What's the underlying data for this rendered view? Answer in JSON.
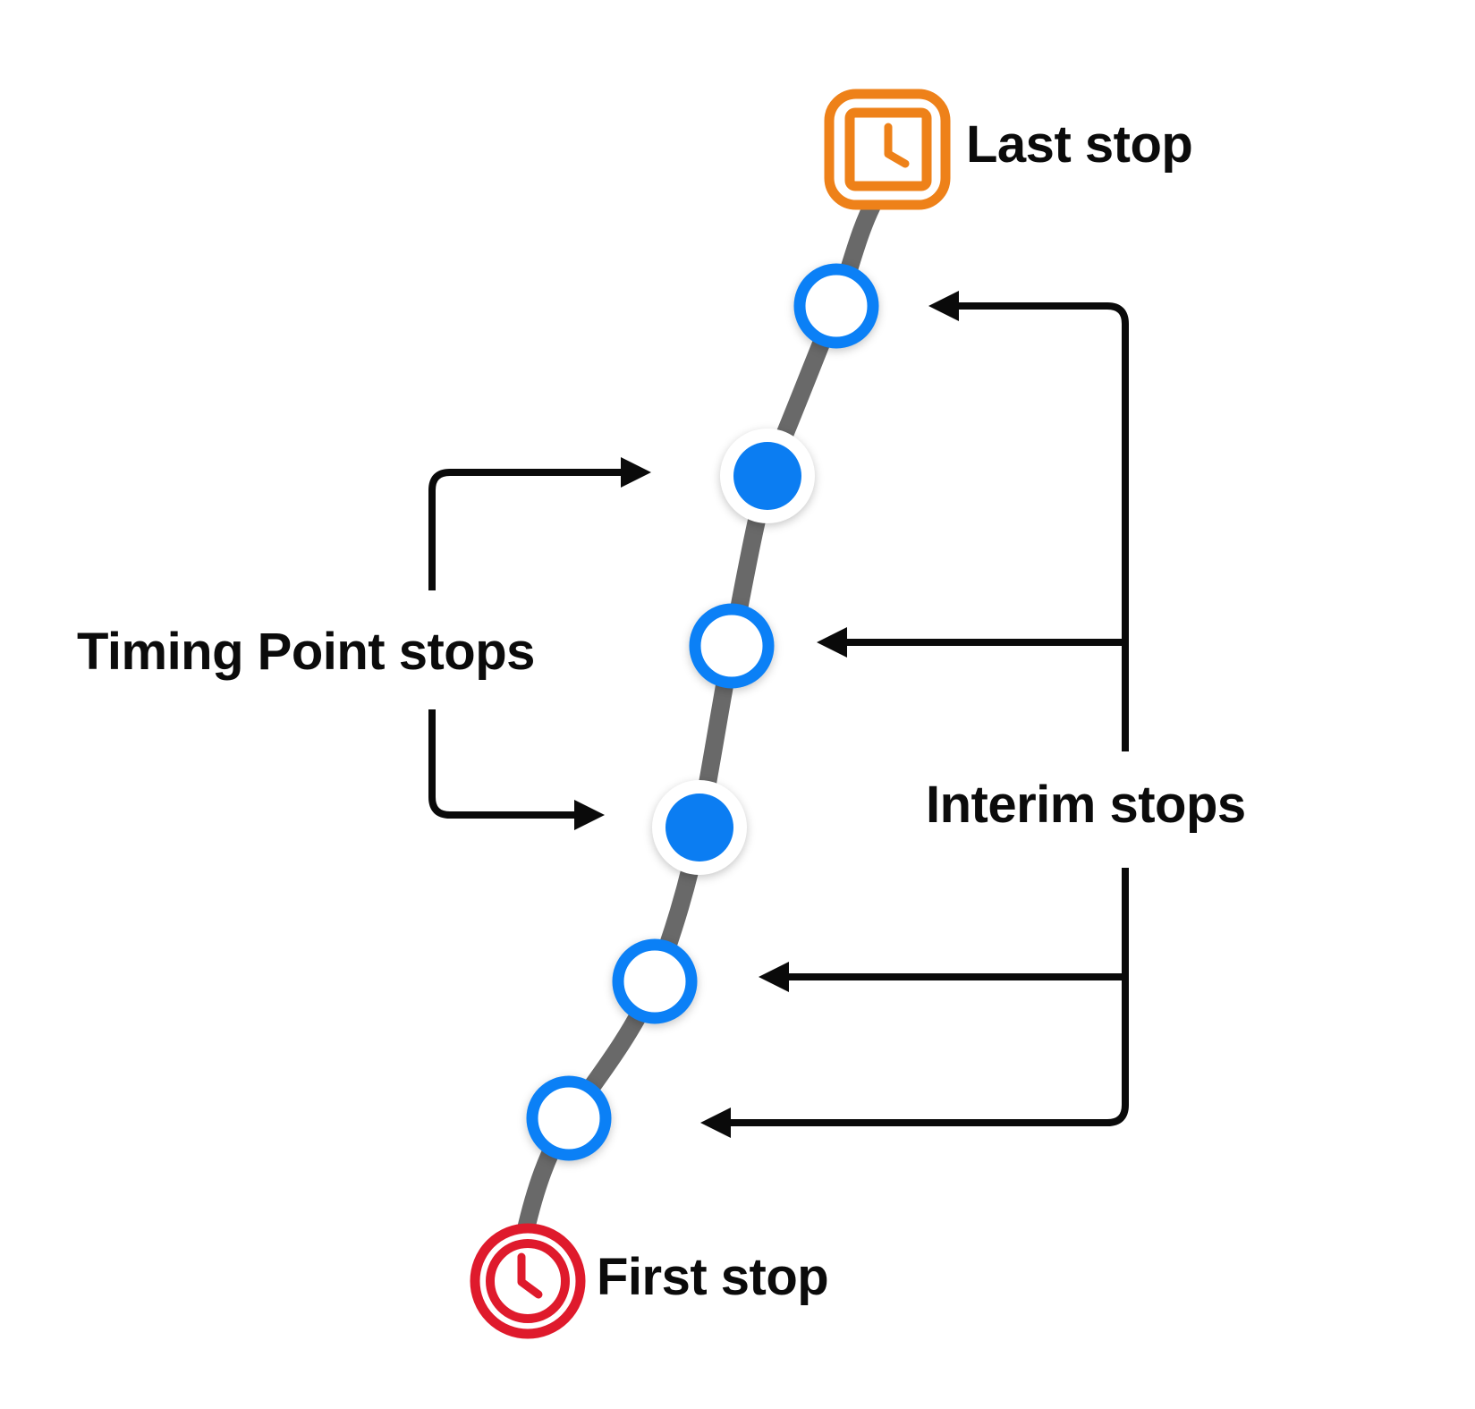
{
  "diagram": {
    "type": "bus-route-stops-legend",
    "labels": {
      "last_stop": "Last stop",
      "first_stop": "First stop",
      "timing_point_stops": "Timing Point stops",
      "interim_stops": "Interim stops"
    },
    "stops_sequence_first_to_last": [
      {
        "kind": "first-stop",
        "marker": "red-circle-clock-icon"
      },
      {
        "kind": "interim-stop",
        "marker": "blue-outlined-circle"
      },
      {
        "kind": "interim-stop",
        "marker": "blue-outlined-circle"
      },
      {
        "kind": "timing-point-stop",
        "marker": "blue-filled-circle"
      },
      {
        "kind": "interim-stop",
        "marker": "blue-outlined-circle"
      },
      {
        "kind": "timing-point-stop",
        "marker": "blue-filled-circle"
      },
      {
        "kind": "interim-stop",
        "marker": "blue-outlined-circle"
      },
      {
        "kind": "last-stop",
        "marker": "orange-square-clock-icon"
      }
    ],
    "counts": {
      "interim_stops": 4,
      "timing_point_stops": 2
    },
    "colors": {
      "stop_ring_blue": "#0B80F6",
      "timing_point_fill_blue": "#0B7DF2",
      "last_stop_orange": "#EE8119",
      "first_stop_red": "#DF1A2C",
      "route_line_gray": "#696969",
      "annotation_black": "#0A0A0A",
      "label_text": "#0B0B0B"
    }
  }
}
